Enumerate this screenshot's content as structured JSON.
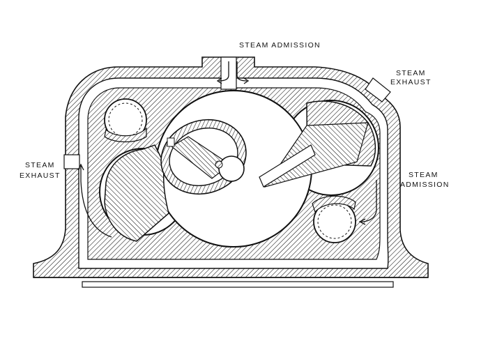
{
  "labels": {
    "admission_top": "STEAM ADMISSION",
    "exhaust_right_1": "STEAM",
    "exhaust_right_2": "EXHAUST",
    "exhaust_left_1": "STEAM",
    "exhaust_left_2": "EXHAUST",
    "admission_right_1": "STEAM",
    "admission_right_2": "ADMISSION"
  },
  "colors": {
    "ink": "#111111",
    "paper": "#ffffff"
  }
}
